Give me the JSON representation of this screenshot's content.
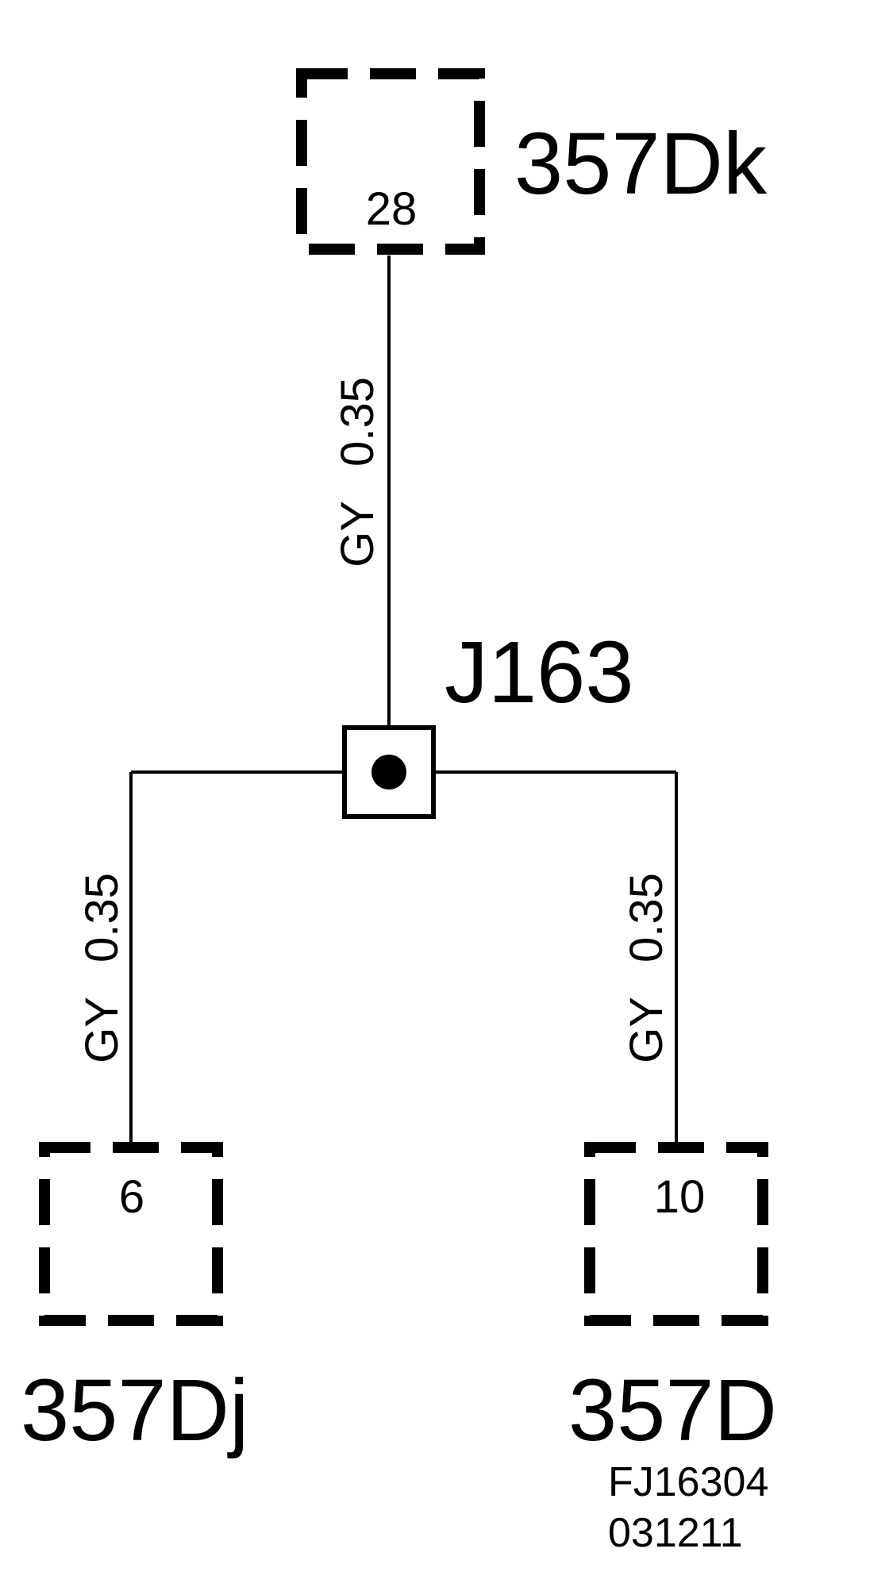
{
  "connectors": {
    "top": {
      "name": "357Dk",
      "pin": "28"
    },
    "left": {
      "name": "357Dj",
      "pin": "6"
    },
    "right": {
      "name": "357D",
      "pin": "10"
    }
  },
  "splice": {
    "name": "J163"
  },
  "wires": {
    "top": {
      "color_code": "GY",
      "gauge": "0.35"
    },
    "left": {
      "color_code": "GY",
      "gauge": "0.35"
    },
    "right": {
      "color_code": "GY",
      "gauge": "0.35"
    }
  },
  "figure_codes": {
    "line1": "FJ16304",
    "line2": "031211"
  },
  "colors": {
    "ink": "#000000",
    "background": "#ffffff"
  }
}
